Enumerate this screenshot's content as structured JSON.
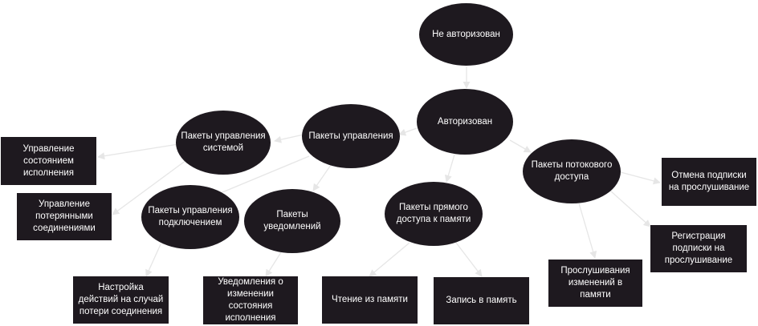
{
  "colors": {
    "node_fill": "#1e191f",
    "node_text": "#ffffff",
    "edge": "#e6e6e6",
    "background": "#ffffff"
  },
  "nodes": {
    "not_authorized": "Не авторизован",
    "authorized": "Авторизован",
    "system_mgmt": "Пакеты управления системой",
    "mgmt": "Пакеты управления",
    "stream_access": "Пакеты потокового доступа",
    "state_mgmt": "Управление состоянием исполнения",
    "lost_conn_mgmt": "Управление потерянными соединениями",
    "conn_mgmt": "Пакеты управления подключением",
    "notifications": "Пакеты уведомлений",
    "memory_access": "Пакеты прямого доступа к памяти",
    "unsubscribe": "Отмена подписки на прослушивание",
    "subscribe": "Регистрация подписки на прослушивание",
    "listen_changes": "Прослушивания изменений в памяти",
    "conn_loss_actions": "Настройка действий на случай потери соединения",
    "state_change_notify": "Уведомления о изменении состояния исполнения",
    "mem_read": "Чтение из памяти",
    "mem_write": "Запись в память"
  }
}
